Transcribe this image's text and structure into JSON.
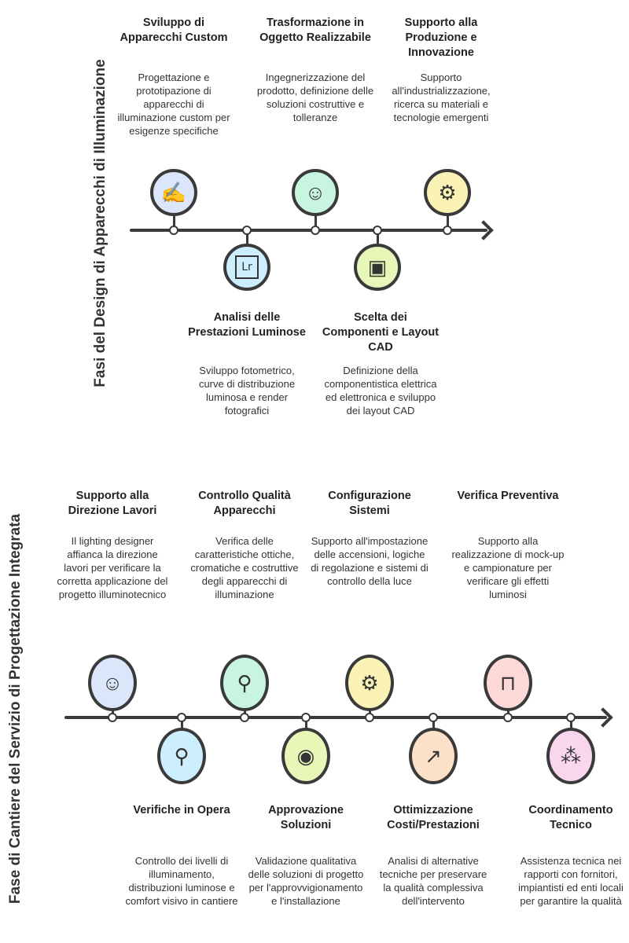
{
  "sections": [
    {
      "title": "Fasi del Design di Apparecchi di Illuminazione",
      "items": [
        {
          "title": "Sviluppo di Apparecchi Custom",
          "desc": "Progettazione e prototipazione di apparecchi di illuminazione custom per esigenze specifiche",
          "color": "#dbe6fb",
          "icon": "designer-lamp-icon",
          "glyph": "✍"
        },
        {
          "title": "Analisi delle Prestazioni Luminose",
          "desc": "Sviluppo fotometrico, curve di distribuzione luminosa e render fotografici",
          "color": "#cdeefc",
          "icon": "lightroom-logo-icon",
          "glyph": "Lr"
        },
        {
          "title": "Trasformazione in Oggetto Realizzabile",
          "desc": "Ingegnerizzazione del prodotto, definizione delle soluzioni costruttive e tolleranze",
          "color": "#c8f5e0",
          "icon": "engineer-blueprint-icon",
          "glyph": "☺"
        },
        {
          "title": "Scelta dei Componenti e Layout CAD",
          "desc": "Definizione della componentistica elettrica ed elettronica e sviluppo dei layout CAD",
          "color": "#e6f7b8",
          "icon": "conveyor-blueprint-icon",
          "glyph": "▣"
        },
        {
          "title": "Supporto alla Produzione e Innovazione",
          "desc": "Supporto all'industrializzazione, ricerca su materiali e tecnologie emergenti",
          "color": "#fbf3b6",
          "icon": "robot-arm-conveyor-icon",
          "glyph": "⚙"
        }
      ]
    },
    {
      "title": "Fase di Cantiere del Servizio di Progettazione  Integrata",
      "items": [
        {
          "title": "Supporto alla Direzione Lavori",
          "desc": "Il lighting designer affianca la direzione lavori per verificare la corretta applicazione del progetto illuminotecnico",
          "color": "#dbe6fb",
          "icon": "engineer-blueprint-icon",
          "glyph": "☺"
        },
        {
          "title": "Verifiche in Opera",
          "desc": "Controllo dei livelli di illuminamento, distribuzioni luminose e comfort visivo in cantiere",
          "color": "#cdeefc",
          "icon": "surveyor-tripod-icon",
          "glyph": "⚲"
        },
        {
          "title": "Controllo Qualità Apparecchi",
          "desc": "Verifica delle caratteristiche ottiche, cromatiche e costruttive degli apparecchi di illuminazione",
          "color": "#c8f5e0",
          "icon": "engineer-search-icon",
          "glyph": "⚲"
        },
        {
          "title": "Approvazione Soluzioni",
          "desc": "Validazione qualitativa delle soluzioni di progetto per l'approvvigionamento e l'installazione",
          "color": "#e6f7b8",
          "icon": "eye-handshake-icon",
          "glyph": "◉"
        },
        {
          "title": "Configurazione Sistemi",
          "desc": "Supporto all'impostazione delle accensioni, logiche di regolazione e sistemi di controllo della luce",
          "color": "#fbf3b6",
          "icon": "touch-settings-icon",
          "glyph": "⚙"
        },
        {
          "title": "Ottimizzazione Costi/Prestazioni",
          "desc": "Analisi di alternative tecniche per preservare la qualità complessiva dell'intervento",
          "color": "#fde0c8",
          "icon": "trend-search-icon",
          "glyph": "↗"
        },
        {
          "title": "Verifica Preventiva",
          "desc": "Supporto alla realizzazione di mock-up e campionature per verificare gli effetti luminosi",
          "color": "#fcd9d6",
          "icon": "pendant-lights-icon",
          "glyph": "⊓"
        },
        {
          "title": "Coordinamento Tecnico",
          "desc": "Assistenza tecnica nei rapporti con fornitori, impiantisti ed enti locali per garantire la qualità",
          "color": "#f9d5ee",
          "icon": "team-network-icon",
          "glyph": "⁂"
        }
      ]
    }
  ]
}
